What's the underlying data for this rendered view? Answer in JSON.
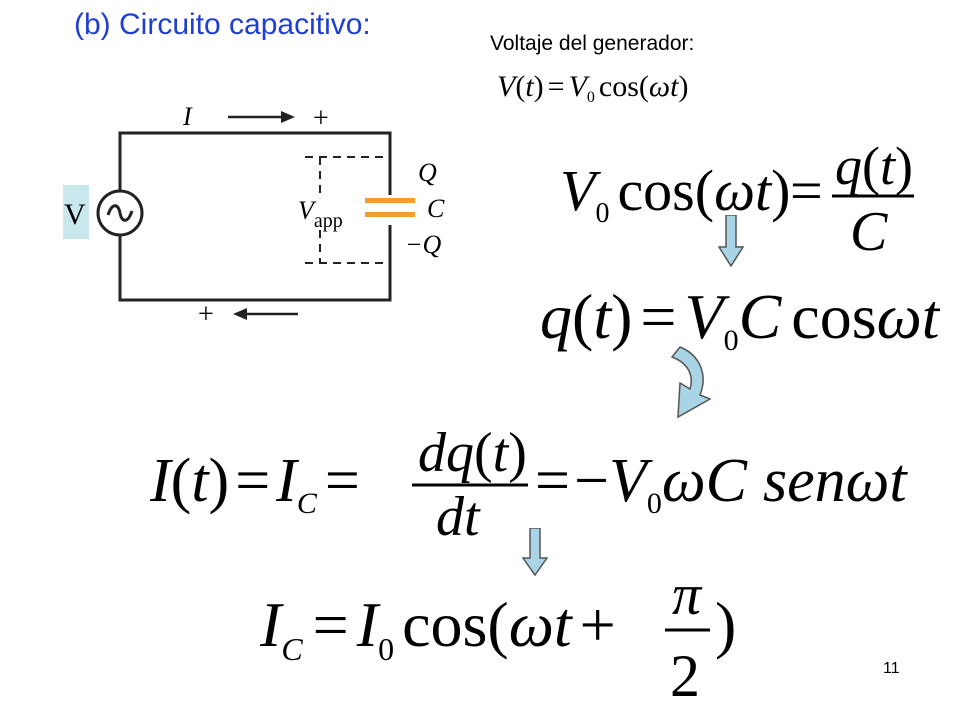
{
  "slide": {
    "title": "(b) Circuito capacitivo:",
    "generator_label": "Voltaje del generador:",
    "page_number": "11"
  },
  "circuit": {
    "current_label": "I",
    "plus_top": "+",
    "plus_bottom": "+",
    "source_label": "V",
    "charge_pos": "Q",
    "capacitor_label": "C",
    "charge_neg": "−Q",
    "vapp_main": "V",
    "vapp_sub": "app",
    "colors": {
      "capacitor": "#f0a030",
      "source_box": "#c8e8ee"
    }
  },
  "equations": {
    "generator": "V(t) = V0 cos(ωt)",
    "eq1": "V0 cos(ωt) = q(t) / C",
    "eq2": "q(t) = V0 C cos ωt",
    "eq3": "I(t) = IC = dq(t)/dt = −V0 ωC senωt",
    "eq4": "IC = I0 cos(ωt + π/2)"
  },
  "arrow_color": "#a9d4e6"
}
